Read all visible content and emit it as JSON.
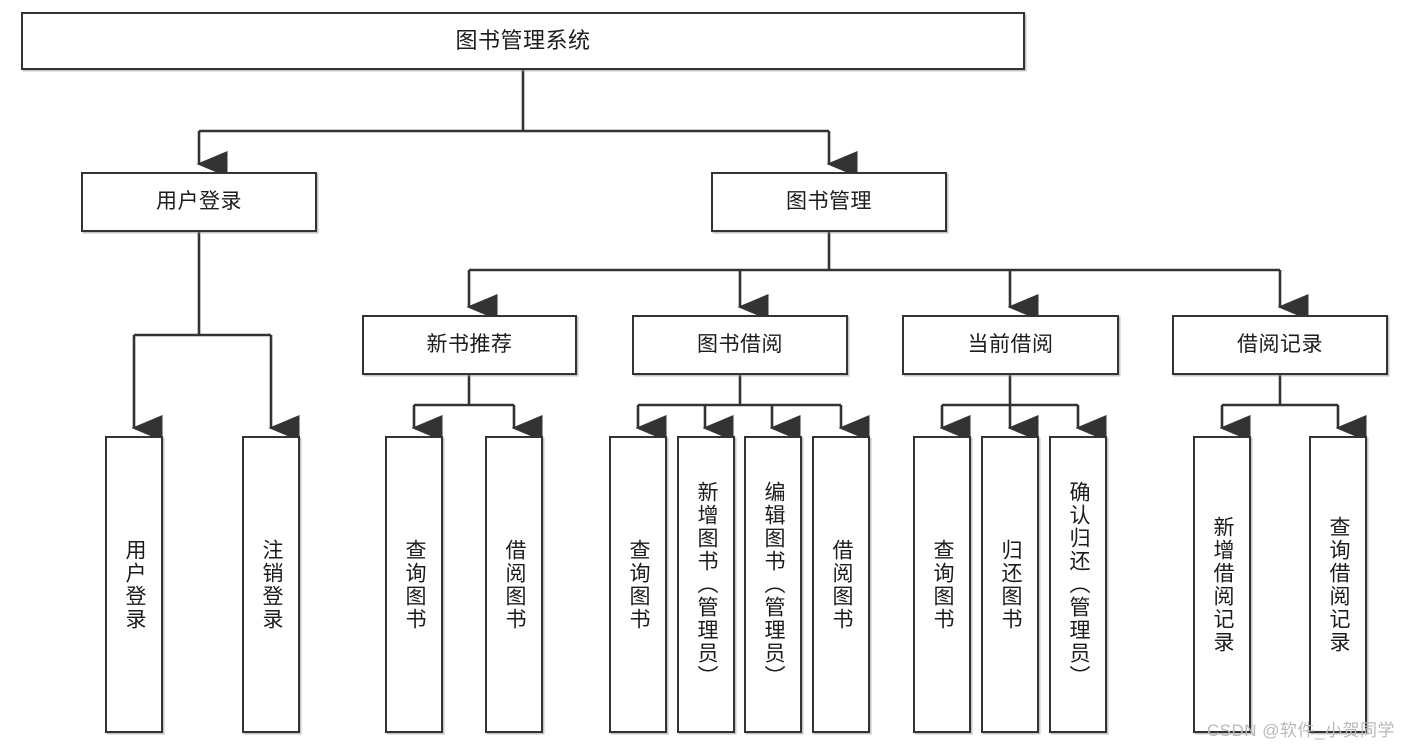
{
  "diagram": {
    "type": "tree-hierarchy-diagram",
    "title": "图书管理系统",
    "stroke_color": "#333333",
    "fill_color": "#ffffff",
    "text_color": "#1c1c1c",
    "levels": {
      "root": {
        "label": "图书管理系统"
      },
      "level2": [
        {
          "id": "user-login",
          "label": "用户登录"
        },
        {
          "id": "book-management",
          "label": "图书管理"
        }
      ],
      "level3": [
        {
          "id": "new-book-recommend",
          "label": "新书推荐"
        },
        {
          "id": "book-borrow",
          "label": "图书借阅"
        },
        {
          "id": "current-borrow",
          "label": "当前借阅"
        },
        {
          "id": "borrow-record",
          "label": "借阅记录"
        }
      ],
      "leaves": [
        {
          "id": "leaf-user-login",
          "label": "用户登录",
          "parent": "user-login"
        },
        {
          "id": "leaf-user-logout",
          "label": "注销登录",
          "parent": "user-login"
        },
        {
          "id": "leaf-query-book-1",
          "label": "查询图书",
          "parent": "new-book-recommend"
        },
        {
          "id": "leaf-borrow-book-1",
          "label": "借阅图书",
          "parent": "new-book-recommend"
        },
        {
          "id": "leaf-query-book-2",
          "label": "查询图书",
          "parent": "book-borrow"
        },
        {
          "id": "leaf-add-book",
          "label": "新增图书（管理员）",
          "parent": "book-borrow"
        },
        {
          "id": "leaf-edit-book",
          "label": "编辑图书（管理员）",
          "parent": "book-borrow"
        },
        {
          "id": "leaf-borrow-book-2",
          "label": "借阅图书",
          "parent": "book-borrow"
        },
        {
          "id": "leaf-query-book-3",
          "label": "查询图书",
          "parent": "current-borrow"
        },
        {
          "id": "leaf-return-book",
          "label": "归还图书",
          "parent": "current-borrow"
        },
        {
          "id": "leaf-confirm-return",
          "label": "确认归还（管理员）",
          "parent": "current-borrow"
        },
        {
          "id": "leaf-add-record",
          "label": "新增借阅记录",
          "parent": "borrow-record"
        },
        {
          "id": "leaf-query-record",
          "label": "查询借阅记录",
          "parent": "borrow-record"
        }
      ]
    }
  },
  "watermark": {
    "text": "CSDN @软件_小贺同学"
  }
}
